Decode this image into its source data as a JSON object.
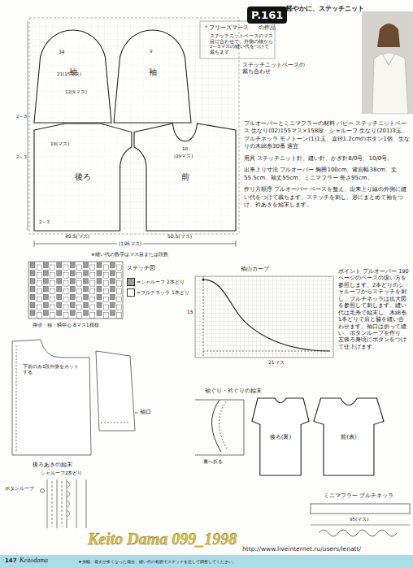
{
  "diagram": {
    "title": "軽やかに、ステッチニット",
    "nodes": [
      {
        "text": [
          "P.161",
          "の作品"
        ]
      },
      {
        "text": [
          "袖"
        ]
      },
      {
        "text": [
          "袖"
        ]
      },
      {
        "text": [
          "後ろ"
        ]
      },
      {
        "text": [
          "前"
        ]
      },
      {
        "text": [
          "後ろ(裏)"
        ]
      },
      {
        "text": [
          "前(表)"
        ]
      }
    ],
    "labels": [
      "＊フリーズマース",
      "ステッチニットベースのマス目に合わせて、外側の線から2～3マスの縫い代をつけて裁ちます",
      "ステッチニットベースの 裁ち合わせ",
      "34",
      "21(15マス)",
      "12(9マス)",
      "2～3",
      "9",
      "18(マス)",
      "18",
      "(29マス)",
      "2～3",
      "2～3",
      "49.5(マス)",
      "50.5(マス)",
      "(196マス)",
      "※縫い代の数字はマス目または段数",
      "ステッチ図",
      "身頃・袖・柄中心 8マス1模様",
      "袖山カーブ",
      "15",
      "21マス",
      "プルオーバーとミニマフラーの材料 パピー ステッチニットベース 生なり(02)155マス×158段、シャルーフ 生なり(201)3玉、ブルチネッラ モノトーン(1)1玉、直径1.2cmのボタン1個、生なりの木綿糸30番 適宜",
      "用具 ステッチニット針、縫い針、かぎ針8/0号、10/0号。",
      "出来上り寸法 プルオーバー 胸囲100cm、背肩幅38cm、丈55.5cm、袖丈55cm、ミニマフラー 長さ95cm。",
      "作り方順序 プルオーバー ベースを整え、出来上り線の外側に縫い代をつけて裁ちます。ステッチを刺し、形にまとめて袖をつけ、衿あきを始末します。",
      "ポイント プルオーバー 190ページのベースの扱い方を参照します。2本どりのシャルーフからステッチを刺し、ブルチネッラは拡大図を参照して刺します。縫い代は毛糸で始末し、木綿糸1本どりで肩と脇を縫い合わせます。袖口は折って縫い、ボタンループを作り、左後ろ身頃にボタンをつけて仕上げます。",
      "袖口",
      "下前のみ1段外側をカットする",
      "後ろあきの始末",
      "シャルーフ2本どり",
      "ボタンループ",
      "袖ぐり・衿ぐりの始末",
      "裏へ折る",
      "ミニマフラー ブルチネッラ",
      "95(マス)",
      "147",
      "Keitodama",
      "★身幅、着丈が多くなった場合、縫い代の範囲でステッチを足して調整してください。",
      "Keito Dama 099_1998",
      "http://www.liveinternet.ru/users/lenatt/"
    ],
    "legend": [
      {
        "text": "=シャルーフ 2本どり",
        "color": "#9a9a9a"
      },
      {
        "text": "=ブルチネッラ 1本どり",
        "color": "#ffffff"
      }
    ]
  }
}
